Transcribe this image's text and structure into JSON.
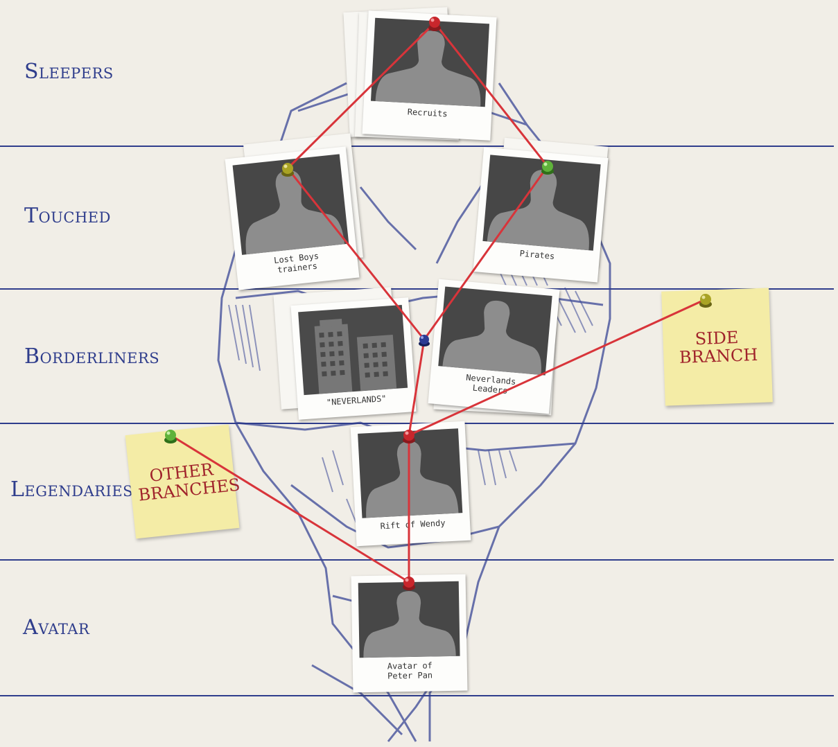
{
  "tiers": [
    "Sleepers",
    "Touched",
    "Borderliners",
    "Legendaries",
    "Avatar"
  ],
  "cards": {
    "recruits": "Recruits",
    "lost_boys": "Lost Boys trainers",
    "pirates": "Pirates",
    "neverlands": "\"NEVERLANDS\"",
    "neverlands_leaders": "Neverlands Leaders",
    "rift": "Rift of Wendy",
    "avatar": "Avatar of Peter Pan"
  },
  "notes": {
    "side": "SIDE BRANCH",
    "other": "OTHER BRANCHES"
  },
  "colors": {
    "line_blue": "#2f3d8c",
    "string_red": "#d8343a",
    "note_yellow": "#f4eca6",
    "note_text": "#a0232b",
    "pin_red": "#c8262c",
    "pin_green": "#5fb23a",
    "pin_olive": "#a9a324",
    "pin_blue": "#2c3b93"
  }
}
